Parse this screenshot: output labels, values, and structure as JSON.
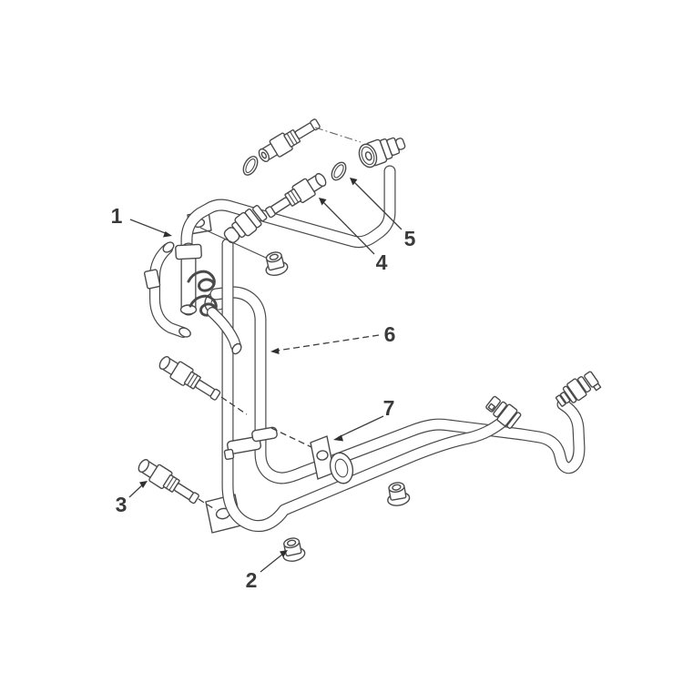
{
  "figure": {
    "type": "exploded-parts-diagram",
    "subject": "fuel-vapor-line-assembly",
    "background_color": "#ffffff",
    "line_color": "#4a4a4a",
    "label_color": "#3a3a3a"
  },
  "callouts": [
    {
      "label": "1",
      "points_to": "upper-tube-assembly"
    },
    {
      "label": "2",
      "points_to": "flange-nut-bottom"
    },
    {
      "label": "3",
      "points_to": "fitting-lower-left"
    },
    {
      "label": "4",
      "points_to": "threaded-fitting-middle"
    },
    {
      "label": "5",
      "points_to": "o-ring-seal"
    },
    {
      "label": "6",
      "points_to": "hairpin-tube-assembly"
    },
    {
      "label": "7",
      "points_to": "clamp-bracket"
    }
  ]
}
